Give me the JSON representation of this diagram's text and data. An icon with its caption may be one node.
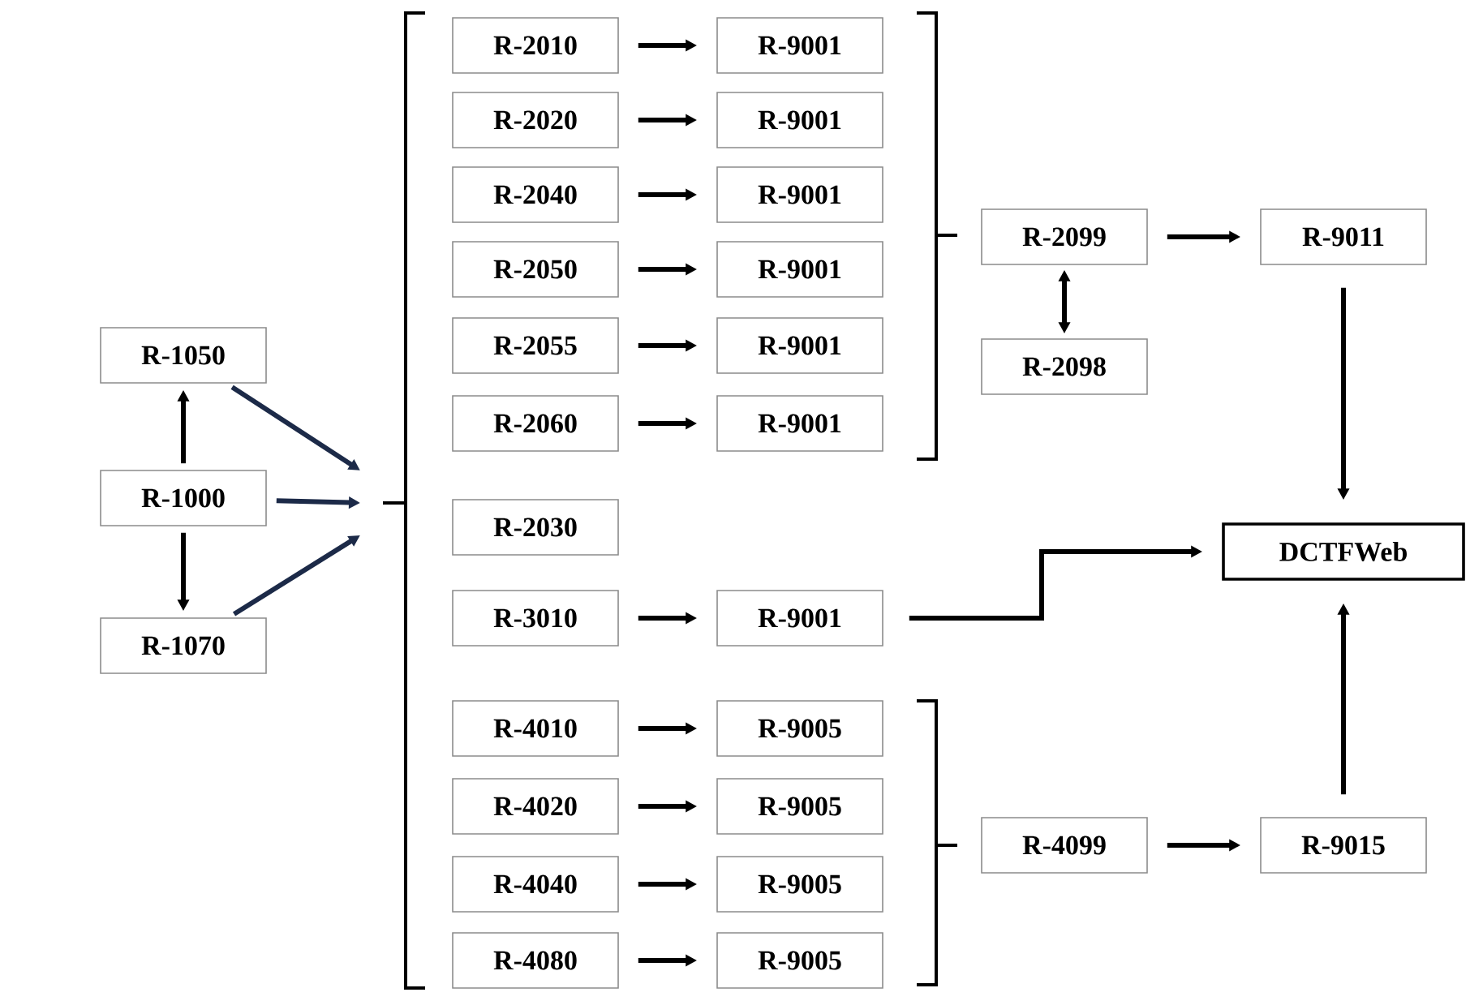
{
  "diagram": {
    "nodes": [
      {
        "text": [
          "R-1050"
        ]
      },
      {
        "text": [
          "R-1000"
        ]
      },
      {
        "text": [
          "R-1070"
        ]
      },
      {
        "text": [
          "R-2010"
        ]
      },
      {
        "text": [
          "R-9001"
        ]
      },
      {
        "text": [
          "R-2020"
        ]
      },
      {
        "text": [
          "R-9001"
        ]
      },
      {
        "text": [
          "R-2040"
        ]
      },
      {
        "text": [
          "R-9001"
        ]
      },
      {
        "text": [
          "R-2050"
        ]
      },
      {
        "text": [
          "R-9001"
        ]
      },
      {
        "text": [
          "R-2055"
        ]
      },
      {
        "text": [
          "R-9001"
        ]
      },
      {
        "text": [
          "R-2060"
        ]
      },
      {
        "text": [
          "R-9001"
        ]
      },
      {
        "text": [
          "R-2099"
        ]
      },
      {
        "text": [
          "R-9011"
        ]
      },
      {
        "text": [
          "R-2098"
        ]
      },
      {
        "text": [
          "R-2030"
        ]
      },
      {
        "text": [
          "R-3010"
        ]
      },
      {
        "text": [
          "R-9001"
        ]
      },
      {
        "text": [
          "DCTFWeb"
        ]
      },
      {
        "text": [
          "R-4010"
        ]
      },
      {
        "text": [
          "R-9005"
        ]
      },
      {
        "text": [
          "R-4020"
        ]
      },
      {
        "text": [
          "R-9005"
        ]
      },
      {
        "text": [
          "R-4040"
        ]
      },
      {
        "text": [
          "R-9005"
        ]
      },
      {
        "text": [
          "R-4080"
        ]
      },
      {
        "text": [
          "R-9005"
        ]
      },
      {
        "text": [
          "R-4099"
        ]
      },
      {
        "text": [
          "R-9015"
        ]
      }
    ],
    "edges": [
      {
        "from": 1,
        "to": 0,
        "arrow": "to"
      },
      {
        "from": 1,
        "to": 2,
        "arrow": "to"
      },
      {
        "from": 0,
        "to": null,
        "arrow": "to",
        "color": "#1c2a48"
      },
      {
        "from": 1,
        "to": null,
        "arrow": "to",
        "color": "#1c2a48"
      },
      {
        "from": 2,
        "to": null,
        "arrow": "to",
        "color": "#1c2a48"
      },
      {
        "from": 3,
        "to": 4,
        "arrow": "to"
      },
      {
        "from": 5,
        "to": 6,
        "arrow": "to"
      },
      {
        "from": 7,
        "to": 8,
        "arrow": "to"
      },
      {
        "from": 9,
        "to": 10,
        "arrow": "to"
      },
      {
        "from": 11,
        "to": 12,
        "arrow": "to"
      },
      {
        "from": 13,
        "to": 14,
        "arrow": "to"
      },
      {
        "from": 15,
        "to": 16,
        "arrow": "to"
      },
      {
        "from": 15,
        "to": 17,
        "arrow": "both"
      },
      {
        "from": 16,
        "to": 21,
        "arrow": "to"
      },
      {
        "from": 19,
        "to": 20,
        "arrow": "to"
      },
      {
        "from": 20,
        "to": 21,
        "arrow": "to"
      },
      {
        "from": 22,
        "to": 23,
        "arrow": "to"
      },
      {
        "from": 24,
        "to": 25,
        "arrow": "to"
      },
      {
        "from": 26,
        "to": 27,
        "arrow": "to"
      },
      {
        "from": 28,
        "to": 29,
        "arrow": "to"
      },
      {
        "from": 30,
        "to": 31,
        "arrow": "to"
      },
      {
        "from": 31,
        "to": 21,
        "arrow": "to"
      }
    ]
  }
}
